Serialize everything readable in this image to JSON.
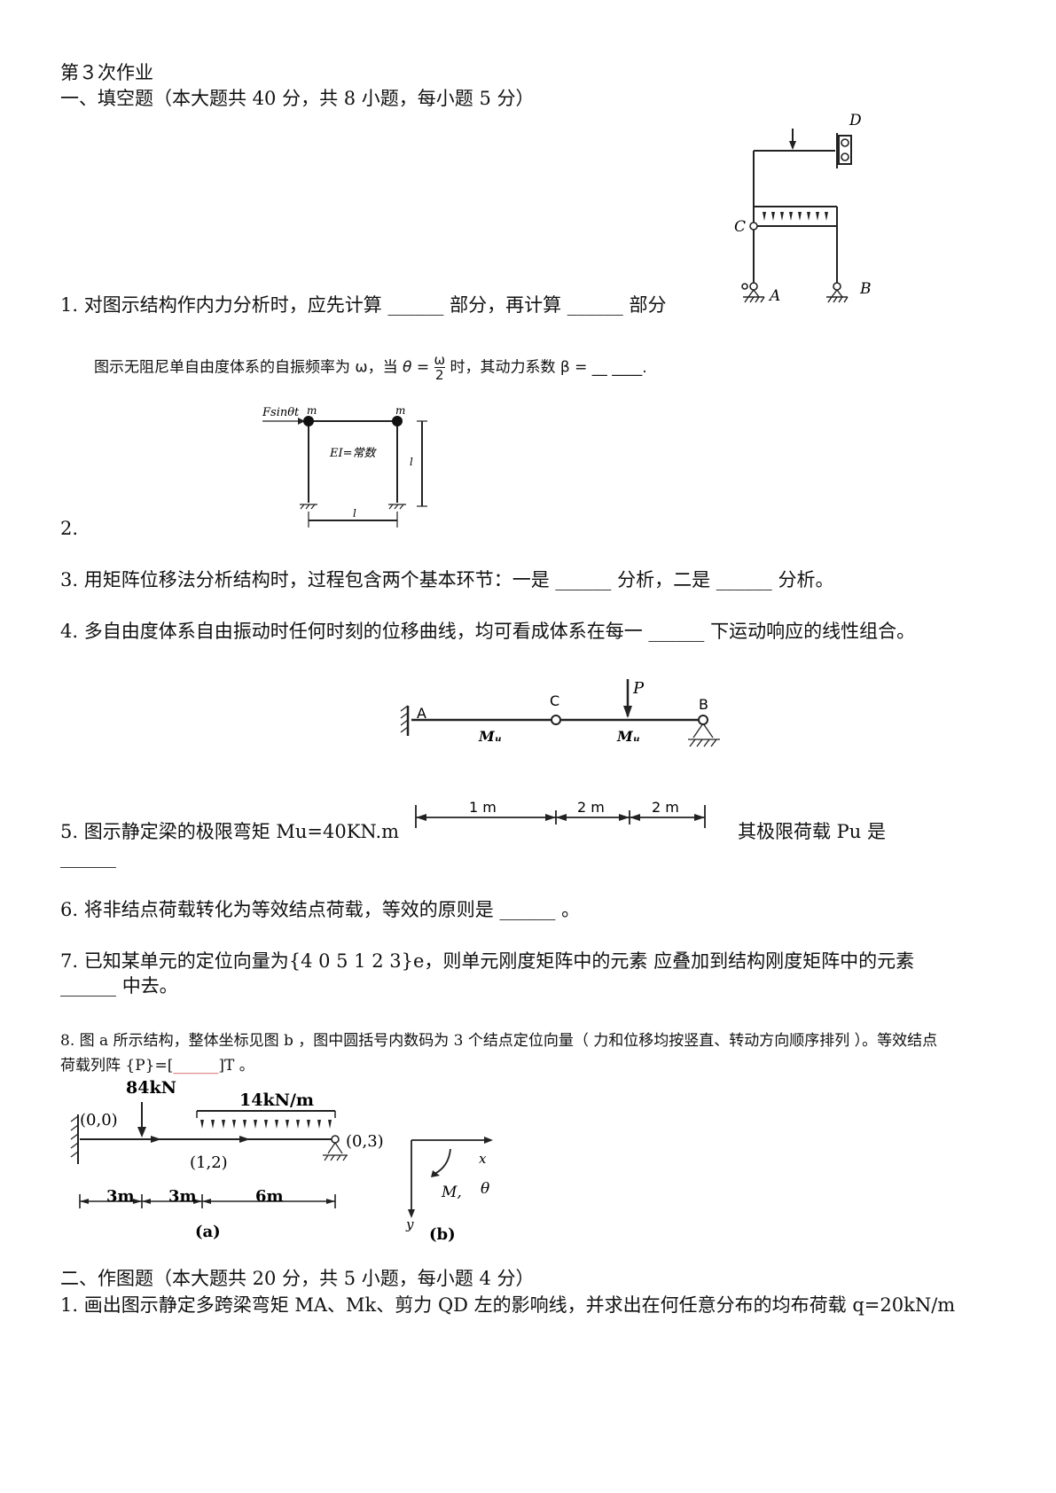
{
  "header": {
    "title": "第３次作业",
    "section1": "一、填空题（本大题共 40 分，共  8  小题，每小题  5  分）",
    "section2": "二、作图题（本大题共 20 分，共  5  小题，每小题  4  分）"
  },
  "q1": {
    "text_a": "1.  对图示结构作内力分析时，应先计算",
    "blank1": "______",
    "text_b": "部分，再计算",
    "blank2": "______",
    "text_c": "部分",
    "fig": {
      "D": "D",
      "C": "C",
      "A": "A",
      "B": "B"
    }
  },
  "q2": {
    "num": "2.",
    "stmt_a": "图示无阻尼单自由度体系的自振频率为 ω，当",
    "theta": "θ =",
    "frac_num": "ω",
    "frac_den": "2",
    "stmt_b": "时，其动力系数 β =",
    "blank": "__    ____.",
    "fig": {
      "force": "Fsinθt",
      "m1": "m",
      "m2": "m",
      "ei": "EI=常数",
      "len_h": "l",
      "len_v": "l"
    }
  },
  "q3": {
    "text_a": "3.  用矩阵位移法分析结构时，过程包含两个基本环节：一是",
    "blank1": "______",
    "text_b": "分析，二是",
    "blank2": "______",
    "text_c": "分析。"
  },
  "q4": {
    "text_a": "4.  多自由度体系自由振动时任何时刻的位移曲线，均可看成体系在每一",
    "blank": "______",
    "text_b": "下运动响应的线性组合。"
  },
  "q5": {
    "text_a": "5.  图示静定梁的极限弯矩 Mu=40KN.m",
    "text_b": "其极限荷载 Pu 是",
    "blank": "______",
    "fig": {
      "P": "P",
      "A": "A",
      "C": "C",
      "B": "B",
      "mu1": "Mᵤ",
      "mu2": "Mᵤ",
      "d1": "1 m",
      "d2": "2 m",
      "d3": "2 m"
    }
  },
  "q6": {
    "text_a": "6.  将非结点荷载转化为等效结点荷载，等效的原则是",
    "blank": "______",
    "text_b": "。"
  },
  "q7": {
    "text_a": "7.  已知某单元的定位向量为{4  0  5  1  2  3}e，则单元刚度矩阵中的元素 应叠加到结构刚度矩阵中的元素",
    "blank": "______",
    "text_b": "中去。"
  },
  "q8": {
    "text_a": "8.   图  a  所示结构，整体坐标见图  b  ，图中圆括号内数码为  3  个结点定位向量（ 力和位移均按竖直、转动方向顺序排列 ）。等效结点荷载列阵 {P}=[",
    "blank": "______",
    "text_b": "]T  。",
    "fig": {
      "load": "84kN",
      "dist": "14kN/m",
      "n1": "(0,0)",
      "n2": "(1,2)",
      "n3": "(0,3)",
      "d1": "3m",
      "d2": "3m",
      "d3": "6m",
      "cap_a": "(a)",
      "cap_b": "(b)",
      "x": "x",
      "y": "y",
      "m": "M,",
      "th": "θ"
    }
  },
  "s2q1": {
    "text": "1.  画出图示静定多跨梁弯矩 MA、Mk、剪力 QD 左的影响线，并求出在何任意分布的均布荷载 q=20kN/m"
  }
}
